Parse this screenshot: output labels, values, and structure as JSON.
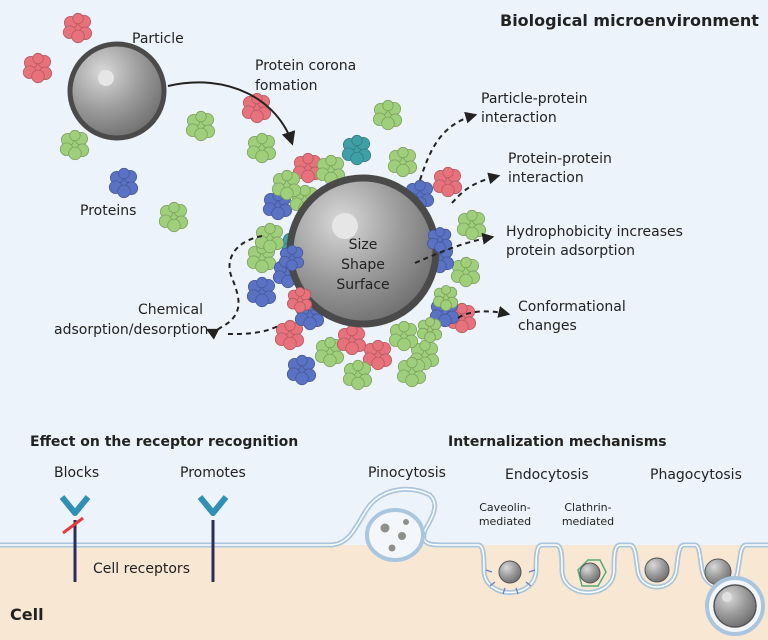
{
  "env_title": "Biological microenvironment",
  "particle_label": "Particle",
  "proteins_label": "Proteins",
  "corona_label": [
    "Protein corona",
    "fomation"
  ],
  "core_labels": [
    "Size",
    "Shape",
    "Surface"
  ],
  "interactions": {
    "particle_protein": [
      "Particle-protein",
      "interaction"
    ],
    "protein_protein": [
      "Protein-protein",
      "interaction"
    ],
    "hydrophobicity": [
      "Hydrophobicity increases",
      "protein adsorption"
    ],
    "conformational": [
      "Conformational",
      "changes"
    ],
    "chemical": [
      "Chemical",
      "adsorption/desorption"
    ]
  },
  "receptor_section": {
    "title": "Effect on the receptor recognition",
    "blocks": "Blocks",
    "promotes": "Promotes",
    "cell_receptors": "Cell receptors"
  },
  "internalization": {
    "title": "Internalization mechanisms",
    "pinocytosis": "Pinocytosis",
    "endocytosis": "Endocytosis",
    "caveolin": [
      "Caveolin-",
      "mediated"
    ],
    "clathrin": [
      "Clathrin-",
      "mediated"
    ],
    "phagocytosis": "Phagocytosis"
  },
  "cell_label": "Cell",
  "colors": {
    "background": "#edf3fa",
    "cell": "#f8e8d3",
    "membrane": "#a9c6de",
    "particle": "#8f8f8f",
    "protein_red": "#e8727c",
    "protein_green": "#9fcf7a",
    "protein_blue": "#5a72c4",
    "protein_teal": "#3f9fa6",
    "receptor": "#2f8fb7",
    "receptor_stem": "#2c2c5a",
    "block_mark": "#e23b3b"
  }
}
